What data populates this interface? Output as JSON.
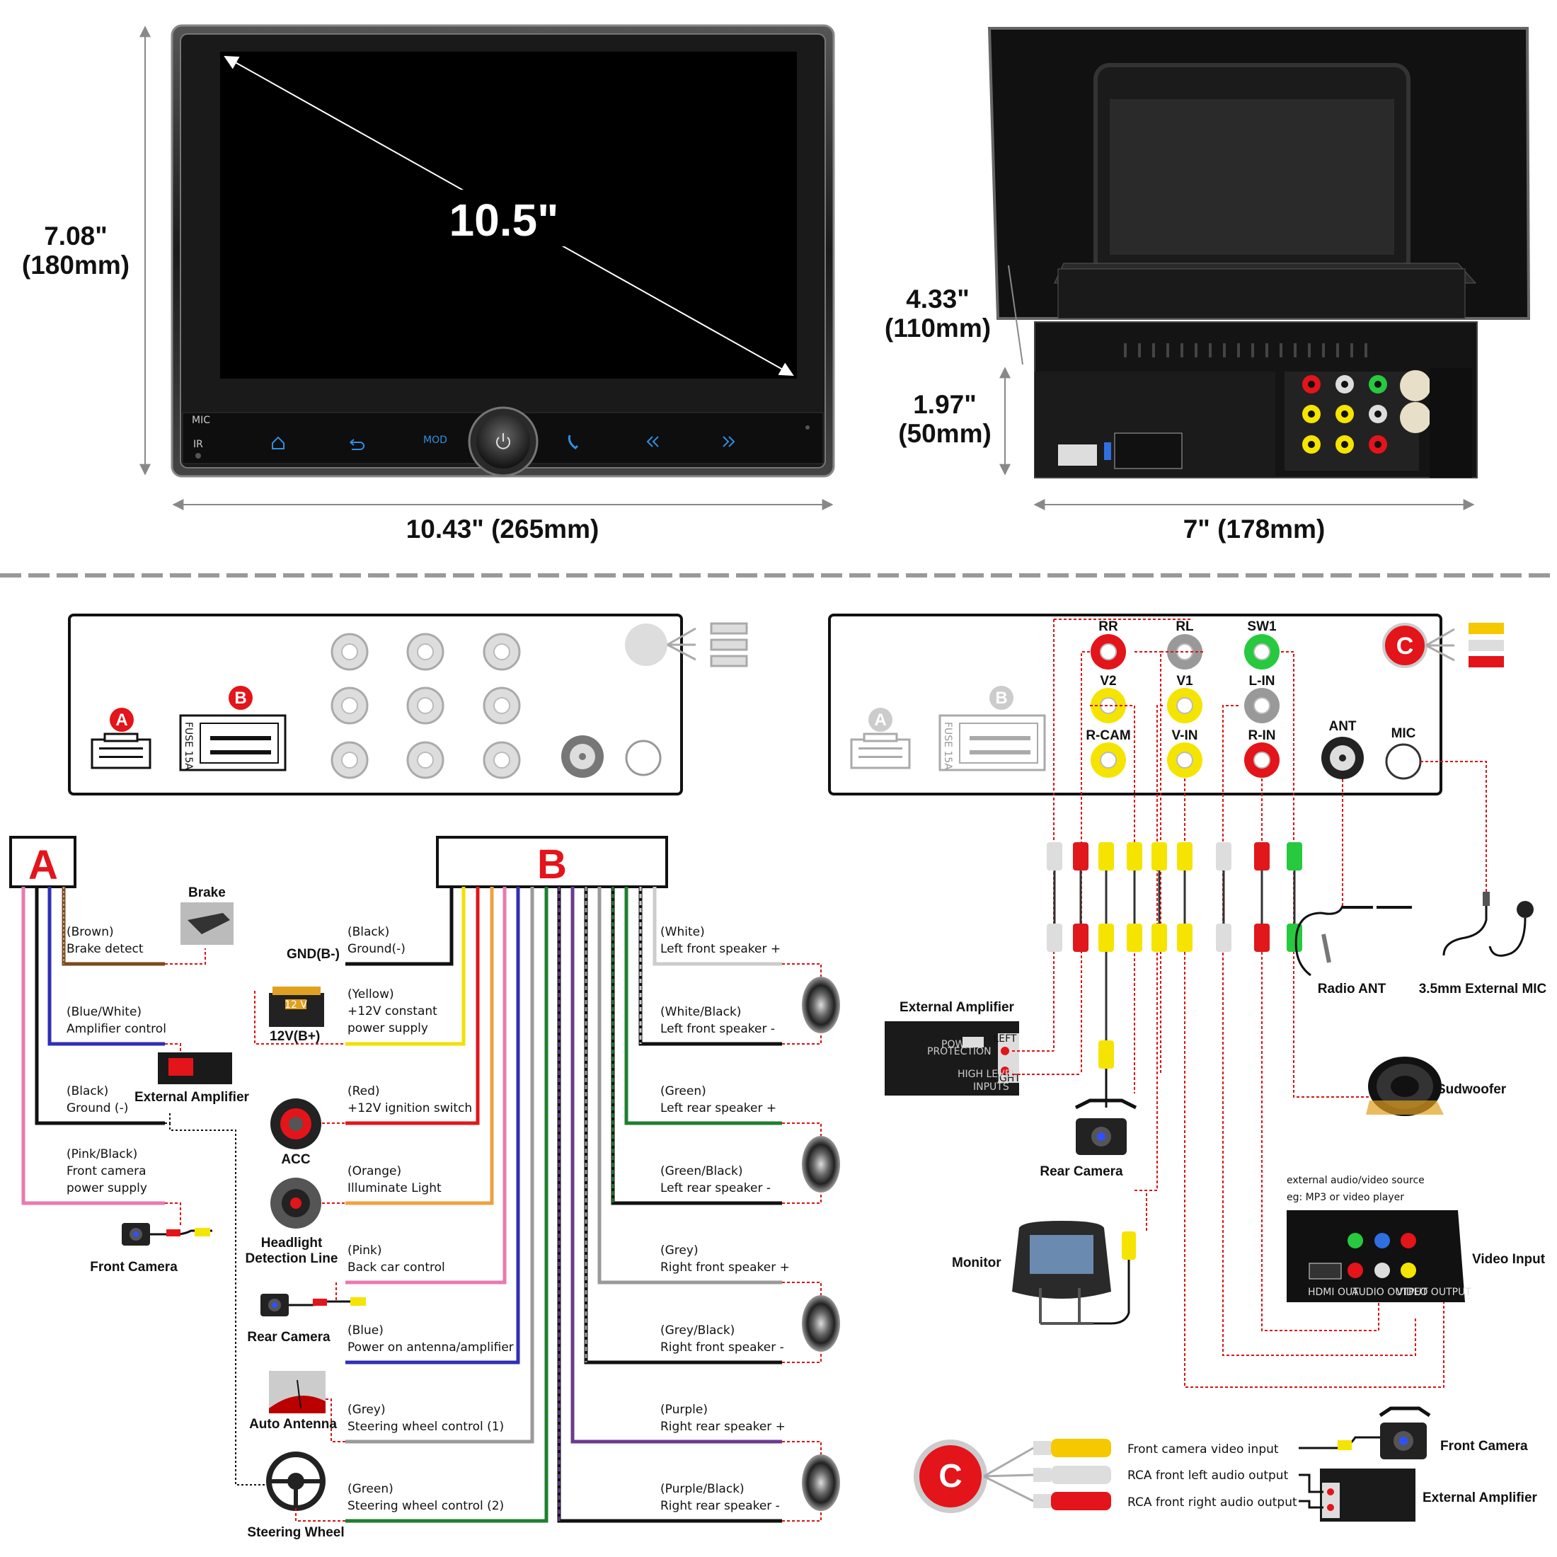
{
  "dimensions": {
    "screen_size": "10.5\"",
    "height_in": "7.08\"",
    "height_mm": "(180mm)",
    "width_label": "10.43\" (265mm)",
    "depth_in": "4.33\"",
    "depth_mm": "(110mm)",
    "chassis_h_in": "1.97\"",
    "chassis_h_mm": "(50mm)",
    "chassis_w_label": "7\" (178mm)"
  },
  "front_panel": {
    "mic": "MIC",
    "ir": "IR",
    "mod": "MOD"
  },
  "connectors": {
    "a": "A",
    "b": "B",
    "c": "C",
    "fuse": "FUSE 15A",
    "rr": "RR",
    "rl": "RL",
    "sw1": "SW1",
    "v2": "V2",
    "v1": "V1",
    "l_in": "L-IN",
    "r_cam": "R-CAM",
    "v_in": "V-IN",
    "r_in": "R-IN",
    "ant": "ANT",
    "mic": "MIC"
  },
  "harness_a": {
    "title": "A",
    "brake": "Brake",
    "brown_1": "(Brown)",
    "brown_2": "Brake detect",
    "bluewhite_1": "(Blue/White)",
    "bluewhite_2": "Amplifier control",
    "ext_amp": "External Amplifier",
    "black_1": "(Black)",
    "black_2": "Ground (-)",
    "pink_1": "(Pink/Black)",
    "pink_2": "Front camera",
    "pink_3": "power supply",
    "front_camera": "Front Camera"
  },
  "harness_b": {
    "title": "B",
    "gnd": "GND(B-)",
    "black_1": "(Black)",
    "black_2": "Ground(-)",
    "battery": "12V(B+)",
    "battery_tag": "12 V",
    "yellow_1": "(Yellow)",
    "yellow_2": "+12V constant",
    "yellow_3": "power supply",
    "red_1": "(Red)",
    "red_2": "+12V ignition switch",
    "acc": "ACC",
    "orange_1": "(Orange)",
    "orange_2": "Illuminate Light",
    "headlight_1": "Headlight",
    "headlight_2": "Detection Line",
    "pinkb_1": "(Pink)",
    "pinkb_2": "Back car control",
    "rear_camera": "Rear Camera",
    "blue_1": "(Blue)",
    "blue_2": "Power on antenna/amplifier",
    "auto_antenna": "Auto Antenna",
    "grey1_1": "(Grey)",
    "grey1_2": "Steering wheel control (1)",
    "green1_1": "(Green)",
    "green1_2": "Steering wheel control (2)",
    "steering": "Steering Wheel",
    "white_1": "(White)",
    "white_2": "Left front speaker +",
    "whiteblack_1": "(White/Black)",
    "whiteblack_2": "Left front speaker -",
    "green_1": "(Green)",
    "green_2": "Left rear speaker +",
    "greenblack_1": "(Green/Black)",
    "greenblack_2": "Left rear speaker -",
    "grey_1": "(Grey)",
    "grey_2": "Right front speaker +",
    "greyblack_1": "(Grey/Black)",
    "greyblack_2": "Right front speaker -",
    "purple_1": "(Purple)",
    "purple_2": "Right rear speaker +",
    "purpleblack_1": "(Purple/Black)",
    "purpleblack_2": "Right rear speaker -"
  },
  "right_diagram": {
    "ext_amp": "External Amplifier",
    "rear_camera": "Rear Camera",
    "radio_ant": "Radio ANT",
    "ext_mic": "3.5mm External MIC",
    "subwoofer": "Sudwoofer",
    "source_1": "external audio/video source",
    "source_2": "eg: MP3 or video player",
    "video_input": "Video Input",
    "monitor": "Monitor",
    "amp_left": "LEFT",
    "amp_right": "RIGHT",
    "amp_inputs": "INPUTS",
    "amp_high": "HIGH LEVEL",
    "amp_power": "POWER",
    "amp_protection": "PROTECTION",
    "hdmi": "HDMI OUT",
    "audio_out": "AUDIO OUTPUT",
    "video_out": "VIDEO OUTPUT"
  },
  "c_section": {
    "front_video": "Front camera video input",
    "rca_left": "RCA front left audio output",
    "rca_right": "RCA front right audio output",
    "front_camera": "Front Camera",
    "ext_amp": "External Amplifier"
  },
  "colors": {
    "wire_brown": "#7a4a1e",
    "wire_blue": "#2f2fb5",
    "wire_black": "#111111",
    "wire_pink": "#e87ab0",
    "wire_yellow": "#f2e000",
    "wire_red": "#e0181b",
    "wire_orange": "#f0a040",
    "wire_grey": "#9a9a9a",
    "wire_green": "#1f7f2f",
    "wire_purple": "#6b3b8f",
    "rca_red": "#e3141a",
    "rca_yellow": "#f5e400",
    "rca_green": "#27c93f",
    "rca_white": "#d8d8d8",
    "badge_red": "#e3141a",
    "screen_blue": "#2f8fe0"
  },
  "icons": [
    "home-icon",
    "back-icon",
    "power-icon",
    "phone-icon",
    "rewind-icon",
    "forward-icon"
  ]
}
